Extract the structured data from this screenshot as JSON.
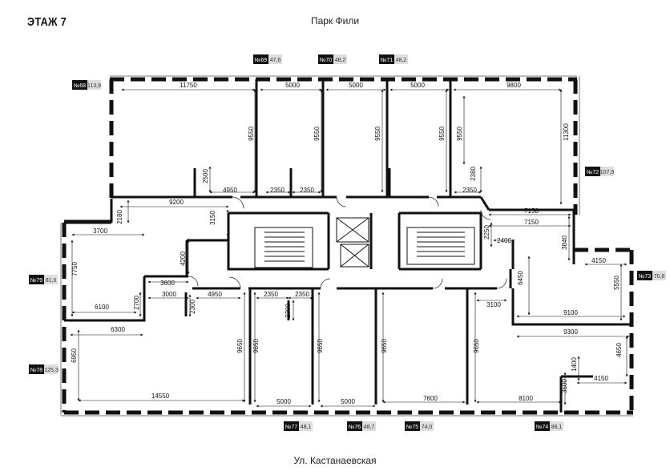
{
  "floor_title": "ЭТАЖ 7",
  "street_north": "Парк Фили",
  "street_south": "Ул. Кастанаевская",
  "apartments": [
    {
      "num": "№68",
      "area": "113,9"
    },
    {
      "num": "№69",
      "area": "47,6"
    },
    {
      "num": "№70",
      "area": "48,2"
    },
    {
      "num": "№71",
      "area": "48,2"
    },
    {
      "num": "№72",
      "area": "107,9"
    },
    {
      "num": "№73",
      "area": "70,8"
    },
    {
      "num": "№74",
      "area": "86,1"
    },
    {
      "num": "№75",
      "area": "74,0"
    },
    {
      "num": "№76",
      "area": "48,7"
    },
    {
      "num": "№77",
      "area": "48,1"
    },
    {
      "num": "№78",
      "area": "125,3"
    },
    {
      "num": "№79",
      "area": "81,0"
    }
  ],
  "dimensions": {
    "d11750": "11750",
    "d5000a": "5000",
    "d5000b": "5000",
    "d5000c": "5000",
    "d9800": "9800",
    "d9550a": "9550",
    "d9550b": "9550",
    "d9550c": "9550",
    "d9550d": "9550",
    "d9550e": "9550",
    "d11300": "11300",
    "d2500": "2500",
    "d4950a": "4950",
    "d2350a": "2350",
    "d2350b": "2350",
    "d2380": "2380",
    "d2350c": "2350",
    "d9200": "9200",
    "d2180": "2180",
    "d3150": "3150",
    "d7150a": "7150",
    "d7150b": "7150",
    "d2250": "2250",
    "d2400": "2400",
    "d3840": "3840",
    "d3700": "3700",
    "d7750": "7750",
    "d4200": "4200",
    "d3600": "3600",
    "d4150a": "4150",
    "d5550": "5550",
    "d6450": "6450",
    "d3000": "3000",
    "d2300a": "2300",
    "d4950b": "4950",
    "d2350d": "2350",
    "d2350e": "2350",
    "d2300b": "2300",
    "d3100": "3100",
    "d6100": "6100",
    "d2700": "2700",
    "d9100": "9100",
    "d6300": "6300",
    "d9300": "9300",
    "d4650": "4650",
    "d6950": "6950",
    "d9650a": "9650",
    "d9650b": "9650",
    "d9650c": "9650",
    "d9650d": "9650",
    "d9650e": "9650",
    "d1400": "1400",
    "d4150b": "4150",
    "d3500": "3500",
    "d14550": "14550",
    "d5000d": "5000",
    "d5000e": "5000",
    "d7600": "7600",
    "d8100": "8100"
  }
}
